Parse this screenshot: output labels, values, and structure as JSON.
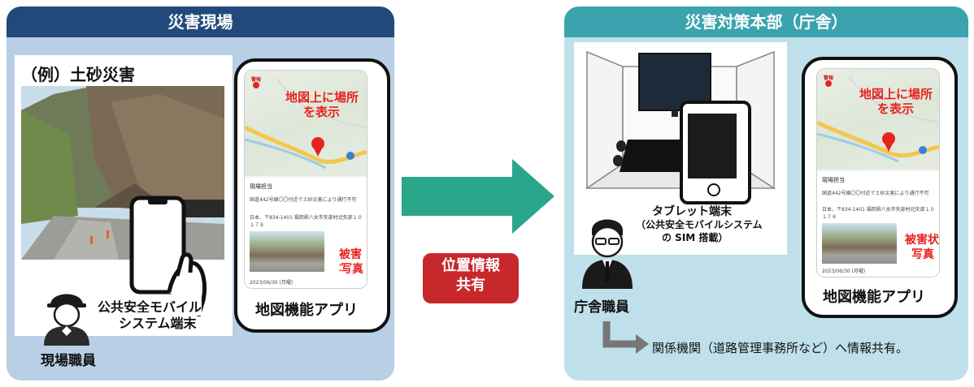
{
  "left_panel": {
    "title": "災害現場",
    "example_label": "（例）土砂災害",
    "terminal_label_line1": "公共安全モバイル",
    "terminal_label_line2": "システム端末",
    "worker_label": "現場職員",
    "app_label": "地図機能アプリ"
  },
  "right_panel": {
    "title": "災害対策本部（庁舎）",
    "tablet_label_line1": "タブレット端末",
    "tablet_label_line2": "（公共安全モバイルシステム",
    "tablet_label_line3": "の SIM 搭載）",
    "worker_label": "庁舎職員",
    "app_label": "地図機能アプリ",
    "share_note": "関係機関（道路管理事務所など）へ情報共有。"
  },
  "map_screen": {
    "annot_location_line1": "地図上に場所",
    "annot_location_line2": "を表示",
    "annot_damage_line1": "被害状況",
    "annot_damage_line2": "写真",
    "card_title": "現場担当",
    "card_text1": "国道442号線〇〇付近で土砂災害により通行不可",
    "card_text2": "日本、〒834-1401 福岡県八女市矢部村北矢部１０１７８",
    "card_date": "2023/06/30 (月曜)",
    "alert_label": "警報"
  },
  "center": {
    "share_button_line1": "位置情報",
    "share_button_line2": "共有"
  },
  "colors": {
    "left_header": "#214a7a",
    "left_bg": "#b9cfe5",
    "right_header": "#3aa3ae",
    "right_bg": "#bfe0ea",
    "arrow": "#2aa68a",
    "share_button": "#c8282b",
    "annotation": "#e8231f"
  }
}
